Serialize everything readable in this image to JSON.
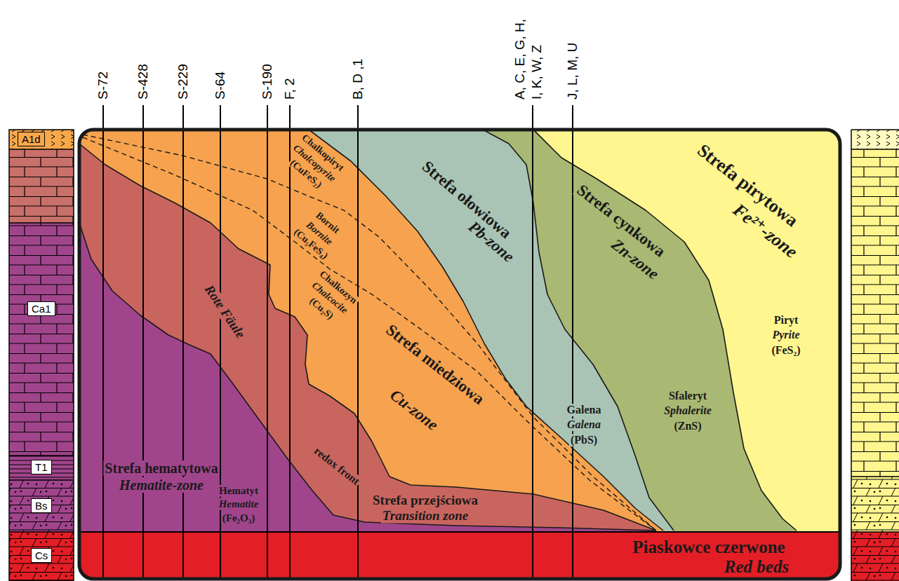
{
  "diagram": {
    "nodes": [
      {
        "text": [
          "A1d"
        ]
      },
      {
        "text": [
          "Ca1"
        ]
      },
      {
        "text": [
          "T1"
        ]
      },
      {
        "text": [
          "Bs"
        ]
      },
      {
        "text": [
          "Cs"
        ]
      },
      {
        "text": [
          "Strefa hematytowa",
          "Hematite-zone",
          "Hematyt",
          "Hematite",
          "(Fe₂O₃)"
        ]
      },
      {
        "text": [
          "Strefa przejściowa",
          "Transition zone"
        ]
      },
      {
        "text": [
          "Chalkopiryt",
          "Chalcopyrite",
          "(CuFeS₂)",
          "Bornit",
          "Bornite",
          "(Cu₅FeS₄)",
          "Chalkozyn",
          "Chalcocite",
          "(Cu₂S)",
          "Strefa miedziowa",
          "Cu-zone"
        ]
      },
      {
        "text": [
          "Strefa ołowiowa",
          "Pb-zone",
          "Galena",
          "Galena",
          "(PbS)"
        ]
      },
      {
        "text": [
          "Strefa cynkowa",
          "Zn-zone",
          "Sfaleryt",
          "Sphalerite",
          "(ZnS)"
        ]
      },
      {
        "text": [
          "Strefa pirytowa",
          "Fe²⁺-zone",
          "Piryt",
          "Pyrite",
          "(FeS₂)"
        ]
      },
      {
        "text": [
          "Piaskowce czerwone",
          "Red beds"
        ]
      }
    ],
    "labels": [
      "S-72",
      "S-428",
      "S-229",
      "S-64",
      "S-190",
      "F, 2",
      "B, D ,1",
      "A, C, E, G, H,",
      "I, K, W, Z",
      "J, L, M, U",
      "Rote Fäule",
      "redox front"
    ]
  }
}
